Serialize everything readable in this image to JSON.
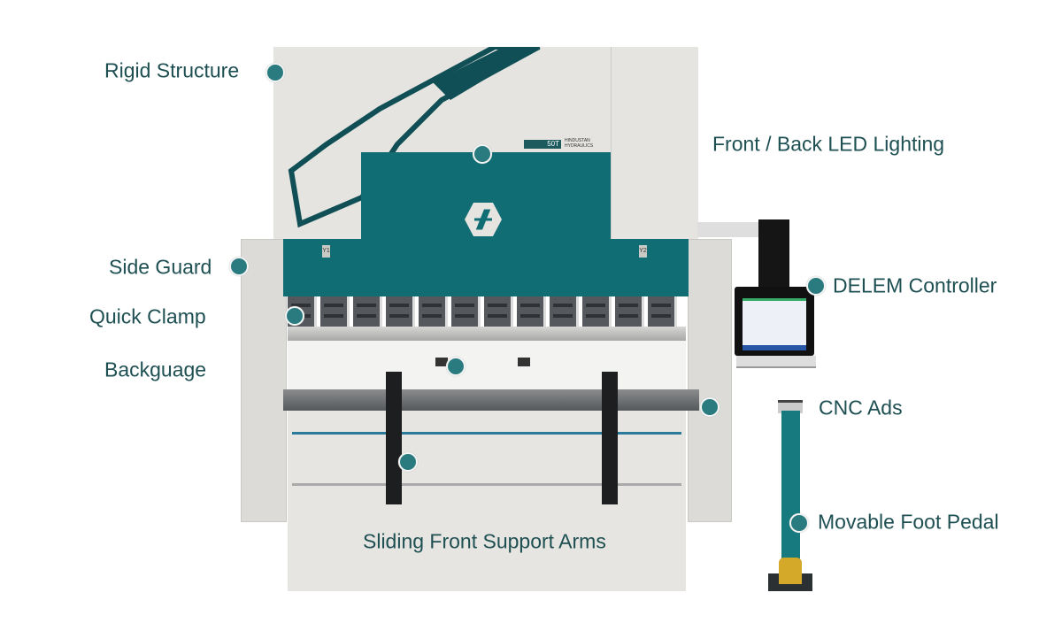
{
  "labels": {
    "rigid_structure": "Rigid Structure",
    "led_lighting": "Front / Back LED Lighting",
    "side_guard": "Side Guard",
    "quick_clamp": "Quick Clamp",
    "backguage": "Backguage",
    "delem_controller": "DELEM Controller",
    "cnc_ads": "CNC Ads",
    "foot_pedal": "Movable Foot Pedal",
    "support_arms": "Sliding Front Support Arms"
  },
  "machine": {
    "badge": "50T",
    "brand": "HINDUSTAN HYDRAULICS",
    "cylinder_left": "Y1",
    "cylinder_right": "Y2"
  },
  "colors": {
    "teal": "#0f6d73",
    "label": "#1e4f52",
    "dot": "#2a7b80",
    "panel": "#e5e4e0"
  }
}
